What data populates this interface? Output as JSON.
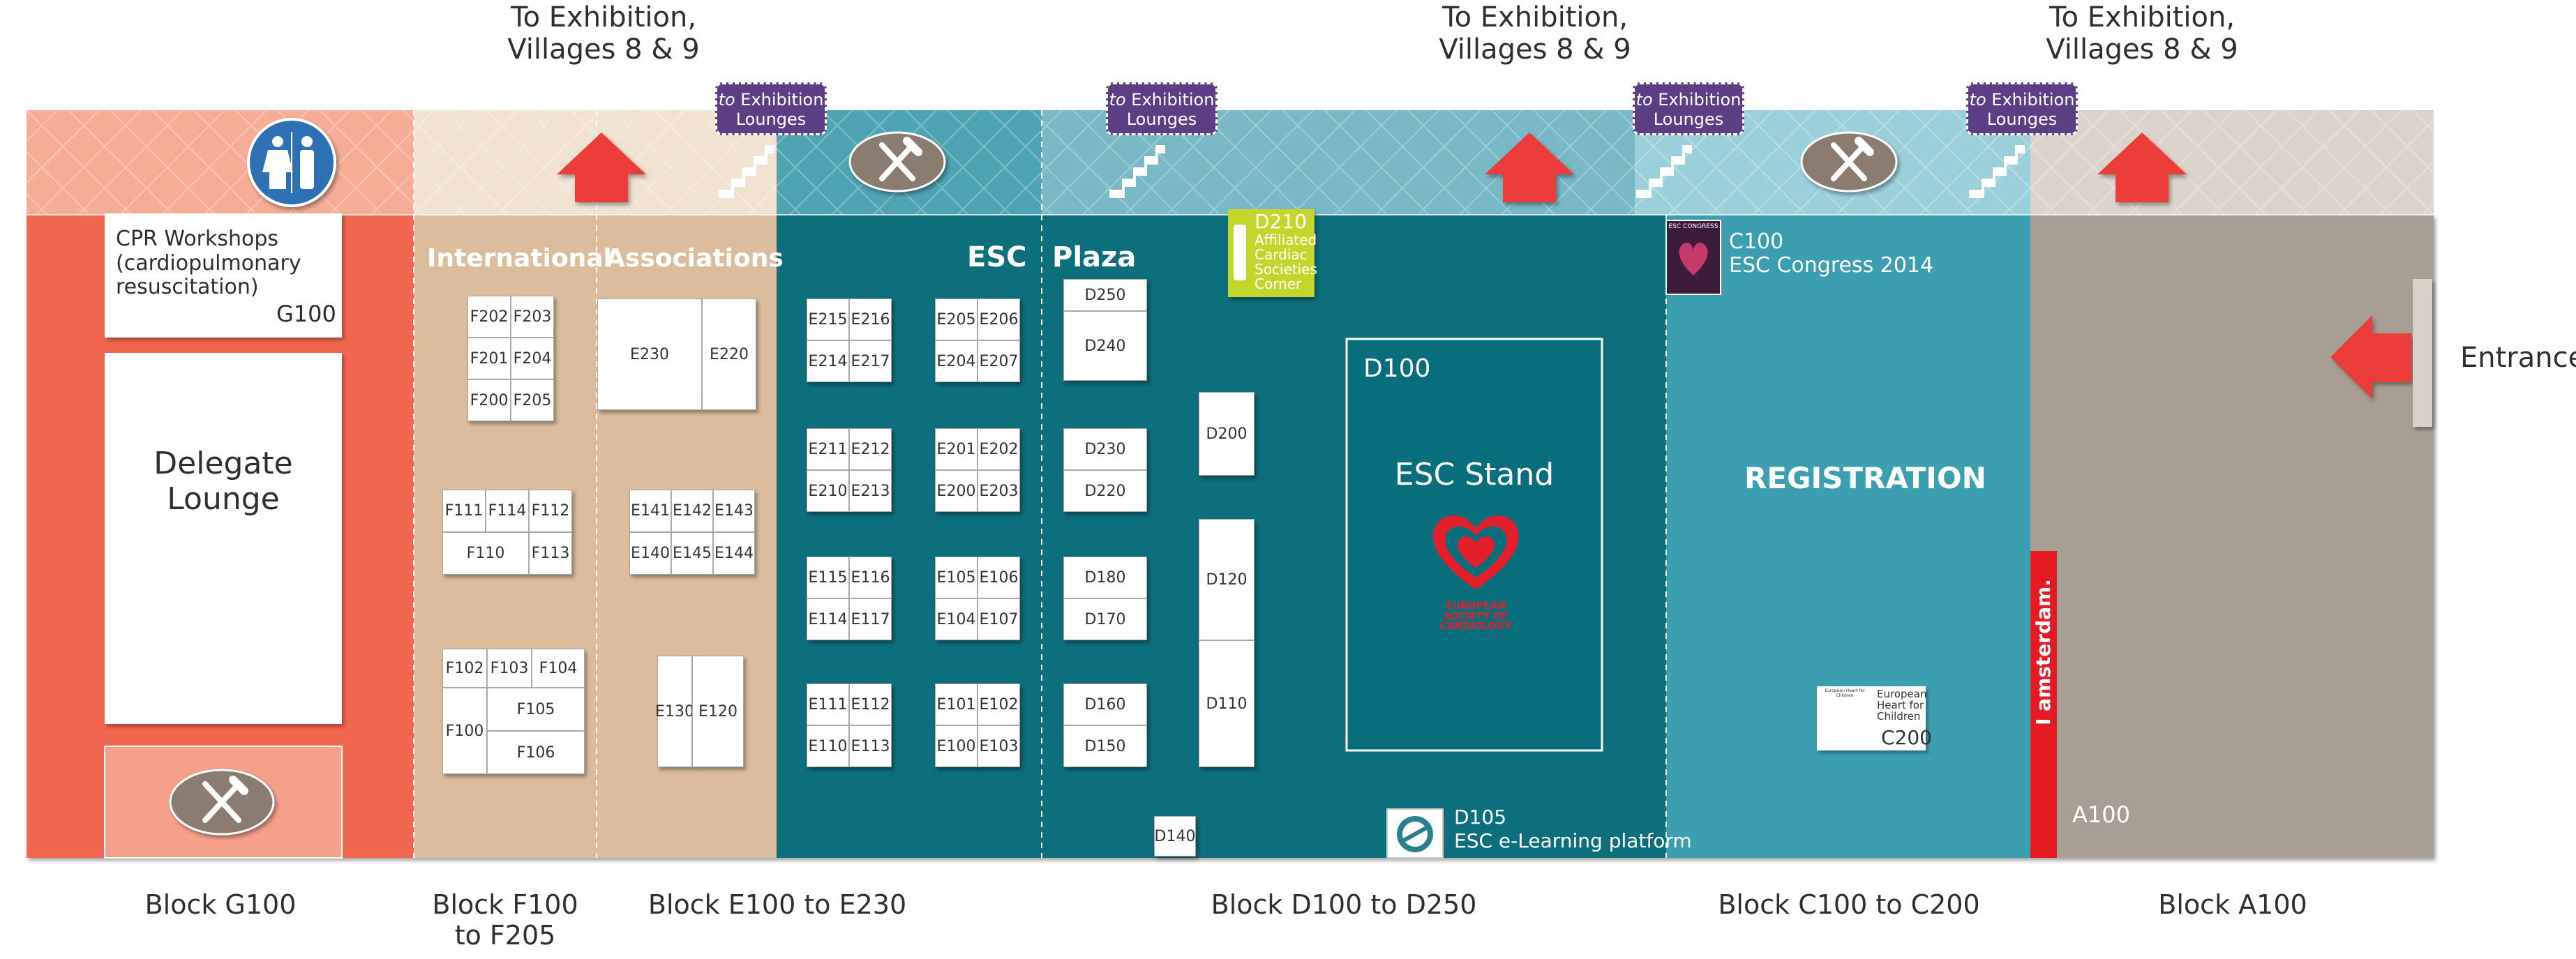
{
  "top_notes": [
    {
      "id": "left",
      "text": "To Exhibition,\nVillages 8 & 9"
    },
    {
      "id": "mid",
      "text": "To Exhibition,\nVillages 8 & 9"
    },
    {
      "id": "right",
      "text": "To Exhibition,\nVillages 8 & 9"
    }
  ],
  "lounge_badge": {
    "to": "to",
    "text": "Exhibition",
    "second": "Lounges"
  },
  "entrance": "Entrance",
  "g_block": {
    "cpr_label": "CPR Workshops\n(cardiopulmonary\nresuscitation)",
    "cpr_code": "G100",
    "lounge_label": "Delegate\nLounge"
  },
  "headers": {
    "international": "International",
    "associations": "Associations",
    "esc": "ESC",
    "plaza": "Plaza",
    "registration": "REGISTRATION"
  },
  "booths_f": {
    "f200": [
      "F202",
      "F203",
      "F201",
      "F204",
      "F200",
      "F205"
    ],
    "f110": [
      "F111",
      "F114",
      "F112",
      "F110",
      "F113"
    ],
    "f100": [
      "F102",
      "F103",
      "F104",
      "F105",
      "F100",
      "F106"
    ]
  },
  "booths_e_assoc": {
    "e220": [
      "E230",
      "E220"
    ],
    "e140": [
      "E141",
      "E142",
      "E143",
      "E140",
      "E145",
      "E144"
    ],
    "e120": [
      "E130",
      "E120"
    ]
  },
  "booths_e": {
    "g1": [
      "E215",
      "E216",
      "E214",
      "E217"
    ],
    "g2": [
      "E205",
      "E206",
      "E204",
      "E207"
    ],
    "g3": [
      "E211",
      "E212",
      "E210",
      "E213"
    ],
    "g4": [
      "E201",
      "E202",
      "E200",
      "E203"
    ],
    "g5": [
      "E115",
      "E116",
      "E114",
      "E117"
    ],
    "g6": [
      "E105",
      "E106",
      "E104",
      "E107"
    ],
    "g7": [
      "E111",
      "E112",
      "E110",
      "E113"
    ],
    "g8": [
      "E101",
      "E102",
      "E100",
      "E103"
    ]
  },
  "booths_d": [
    "D250",
    "D240",
    "D230",
    "D220",
    "D180",
    "D170",
    "D160",
    "D150",
    "D200",
    "D120",
    "D110",
    "D140"
  ],
  "d210": {
    "code": "D210",
    "text": "Affiliated\nCardiac\nSocieties\nCorner"
  },
  "d100": {
    "code": "D100",
    "title": "ESC Stand",
    "logo_text": "EUROPEAN\nSOCIETY OF\nCARDIOLOGY"
  },
  "d105": {
    "code": "D105",
    "text": "ESC e-Learning platform"
  },
  "c100": {
    "code": "C100",
    "text": "ESC Congress 2014",
    "poster_text": "ESC CONGRESS"
  },
  "c200": {
    "small": "European Heart for Children",
    "text": "European\nHeart for\nChildren",
    "code": "C200"
  },
  "amsterdam": {
    "i": "I",
    "am": "am",
    "rest": "sterdam."
  },
  "a100": "A100",
  "block_labels": [
    {
      "id": "g",
      "text": "Block G100"
    },
    {
      "id": "f",
      "text": "Block F100\nto F205"
    },
    {
      "id": "e",
      "text": "Block E100 to E230"
    },
    {
      "id": "d",
      "text": "Block D100 to D250"
    },
    {
      "id": "c",
      "text": "Block C100 to C200"
    },
    {
      "id": "a",
      "text": "Block A100"
    }
  ],
  "colors": {
    "block_g": "#f0664f",
    "block_f_e": "#dbbd9d",
    "block_d": "#086e7c",
    "block_c": "#3b9faf",
    "block_a": "#a99e93",
    "arrow": "#ed3e3a",
    "badge": "#5b3e83",
    "amsterdam": "#e51b24",
    "d210": "#c4d52c"
  },
  "icons": [
    "restroom-icon",
    "fork-knife-icon",
    "stairs-icon",
    "up-arrow-icon",
    "left-arrow-icon",
    "armchair-icon",
    "heart-logo-icon"
  ]
}
